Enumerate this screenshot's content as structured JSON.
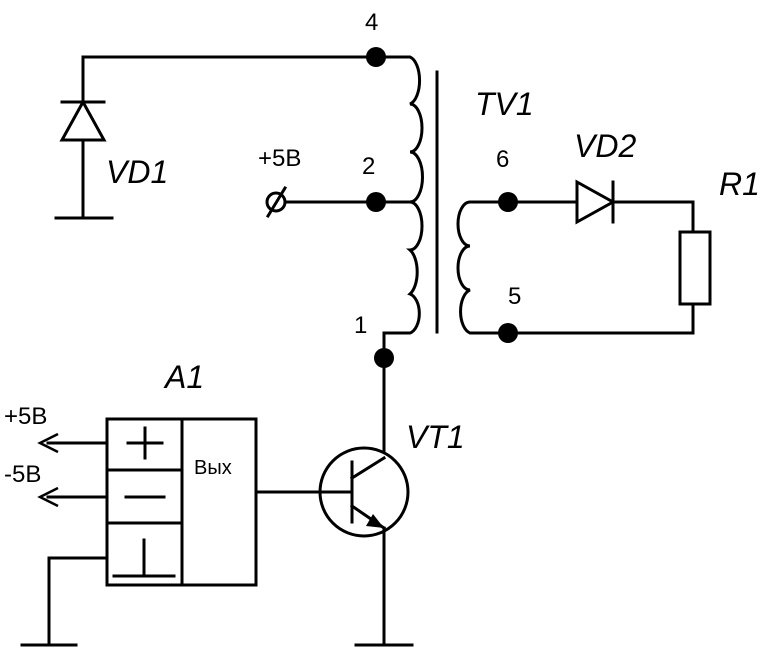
{
  "diagram": {
    "components": {
      "vd1": "VD1",
      "vd2": "VD2",
      "tv1": "TV1",
      "r1": "R1",
      "a1": "A1",
      "vt1": "VT1"
    },
    "pins": {
      "p4": "4",
      "p2": "2",
      "p1": "1",
      "p6": "6",
      "p5": "5"
    },
    "supply": {
      "terminal": "+5B",
      "a1_plus": "+5B",
      "a1_minus": "-5B"
    },
    "a1_block": {
      "output_label": "Вых"
    },
    "colors": {
      "ink": "#000000",
      "background": "#ffffff"
    }
  }
}
